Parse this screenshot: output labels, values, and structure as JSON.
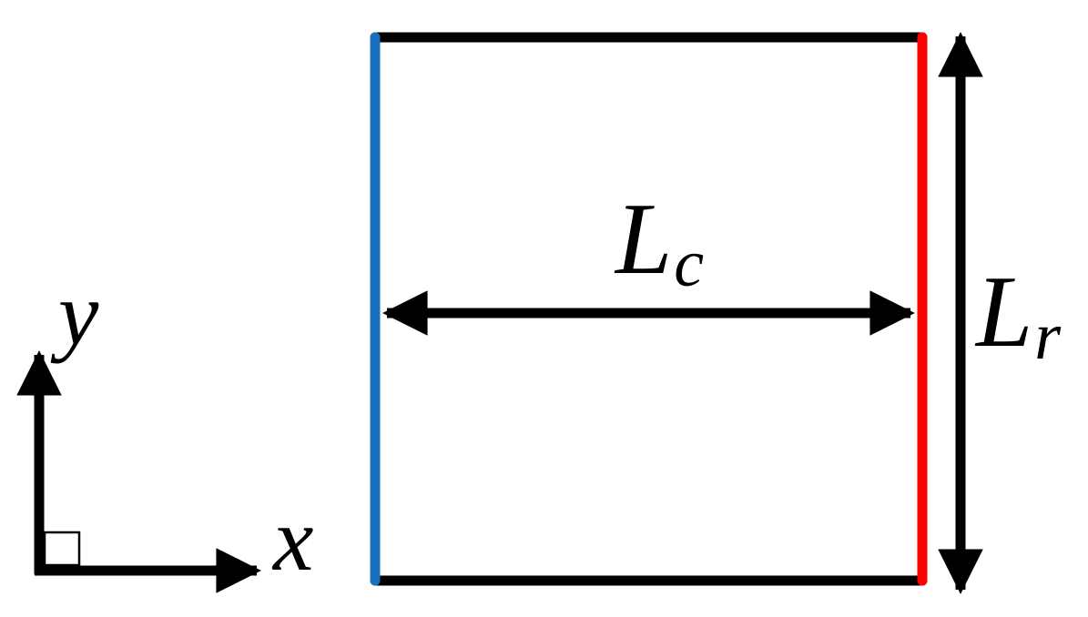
{
  "axes": {
    "x_label": "x",
    "y_label": "y"
  },
  "dimensions": {
    "horizontal": {
      "base": "L",
      "subscript": "c"
    },
    "vertical": {
      "base": "L",
      "subscript": "r"
    }
  },
  "colors": {
    "top_edge": "#000000",
    "bottom_edge": "#000000",
    "left_edge": "#1a6fbf",
    "right_edge": "#ff0000",
    "arrows": "#000000",
    "background": "#ffffff"
  }
}
